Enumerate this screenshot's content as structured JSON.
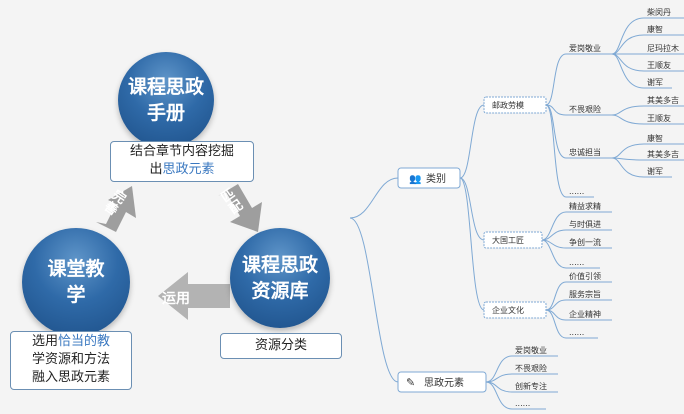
{
  "cycle": {
    "handbook": {
      "title_line1": "课程思政",
      "title_line2": "手册"
    },
    "handbook_desc": {
      "line1": "结合章节内容挖掘",
      "line2_prefix": "出",
      "line2_highlight": "思政元素"
    },
    "resource_db": {
      "title_line1": "课程思政",
      "title_line2": "资源库"
    },
    "resource_desc": "资源分类",
    "classroom": {
      "title_line1": "课堂教",
      "title_line2": "学"
    },
    "classroom_desc": {
      "line1_prefix": "选用",
      "line1_highlight": "恰当的教",
      "line2": "学资源和方法",
      "line3": "融入思政元素"
    },
    "arrow_match": "匹配",
    "arrow_apply": "运用",
    "arrow_improve": "完善"
  },
  "mindmap": {
    "branch_category": "类别",
    "branch_elements": "思政元素",
    "category_nodes": [
      "邮政劳模",
      "大国工匠",
      "企业文化"
    ],
    "postal_model_groups": [
      {
        "label": "爱岗敬业",
        "items": [
          "柴闵丹",
          "康智",
          "尼玛拉木",
          "王顺友",
          "谢军"
        ]
      },
      {
        "label": "不畏艰险",
        "items": [
          "其美多吉",
          "王顺友"
        ]
      },
      {
        "label": "忠诚担当",
        "items": [
          "康智",
          "其美多吉",
          "谢军"
        ]
      },
      {
        "label": "......",
        "items": []
      }
    ],
    "craftsman_items": [
      "精益求精",
      "与时俱进",
      "争创一流",
      "......"
    ],
    "culture_items": [
      "价值引领",
      "服务宗旨",
      "企业精神",
      "......"
    ],
    "element_items": [
      "爱岗敬业",
      "不畏艰险",
      "创新专注",
      "......"
    ]
  }
}
